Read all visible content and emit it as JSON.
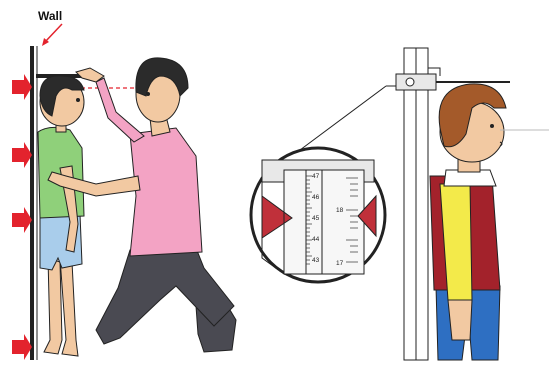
{
  "wall_label": "Wall",
  "scale_left_numbers": [
    "47",
    "46",
    "45",
    "44",
    "43"
  ],
  "scale_right_numbers": [
    "18",
    "17"
  ],
  "colors": {
    "arrow_red": "#e3232d",
    "dashed_line": "#e3232d",
    "child_shirt": "#8fd07a",
    "child_shorts": "#a9cdeb",
    "adult_shirt": "#f3a3c4",
    "adult_pants": "#4a4a52",
    "skin": "#f2c9a2",
    "hair_dark": "#2b2b2b",
    "hair_brown": "#a45a2a",
    "vest": "#a3222b",
    "sleeve": "#f3ea4a",
    "jeans": "#2e6fc2",
    "magnifier_marker": "#c0303a"
  }
}
